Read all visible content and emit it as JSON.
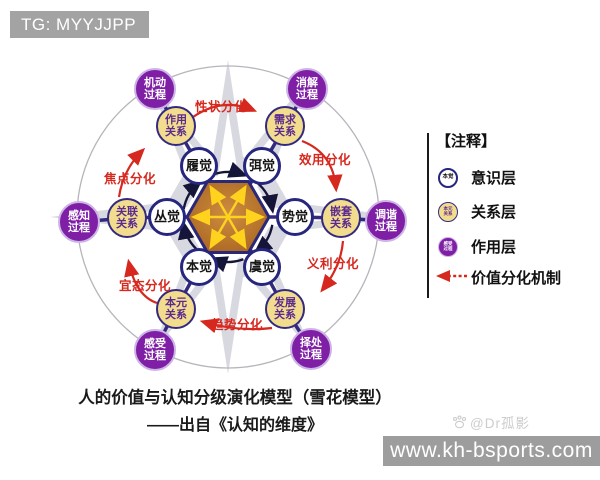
{
  "badge": "TG: MYYJJPP",
  "diagram": {
    "consciousness": [
      "履觉",
      "弭觉",
      "丛觉",
      "势觉",
      "本觉",
      "虞觉"
    ],
    "relations": [
      "作用关系",
      "需求关系",
      "关联关系",
      "嵌套关系",
      "本元关系",
      "发展关系"
    ],
    "processes": [
      "机动过程",
      "消解过程",
      "感知过程",
      "调谐过程",
      "感受过程",
      "择处过程"
    ],
    "mechanisms": [
      "性状分化",
      "效用分化",
      "义利分化",
      "趋势分化",
      "宜态分化",
      "焦点分化"
    ]
  },
  "legend": {
    "title": "【注释】",
    "items": [
      {
        "icon_text": "本觉",
        "label": "意识层"
      },
      {
        "icon_text": "本元关系",
        "label": "关系层"
      },
      {
        "icon_text": "感受过程",
        "label": "作用层"
      },
      {
        "icon_text": "",
        "label": "价值分化机制"
      }
    ]
  },
  "caption": {
    "line1": "人的价值与认知分级演化模型（雪花模型）",
    "line2": "——出自《认知的维度》"
  },
  "watermark": {
    "author": "@Dr孤影",
    "site": "www.kh-bsports.com"
  },
  "colors": {
    "process_fill": "#7f1fa6",
    "relation_fill": "#f2dc8e",
    "node_border": "#26267e",
    "hexagon_fill": "#bf7326",
    "mechanism_red": "#d6281e",
    "snowflake_gray": "#d8d8e0",
    "badge_gray": "#a3a3a3"
  }
}
